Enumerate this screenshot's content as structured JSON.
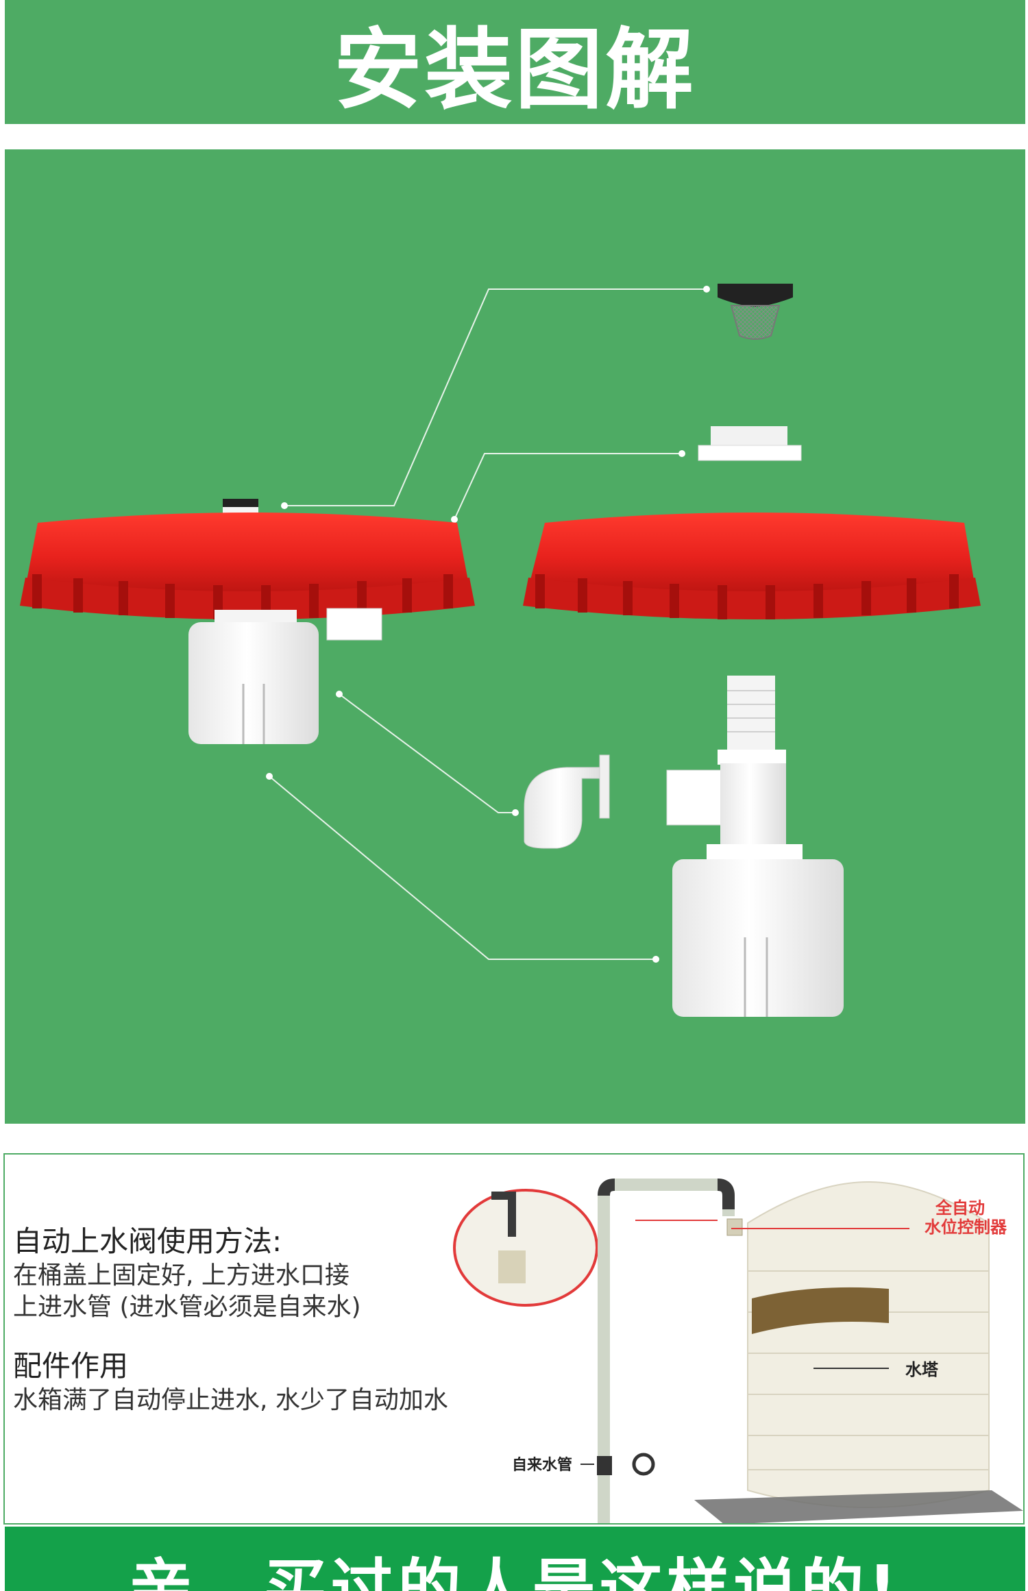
{
  "header": {
    "title": "安装图解"
  },
  "usage": {
    "heading": "自动上水阀使用方法:",
    "lines": [
      "在桶盖上固定好, 上方进水口接",
      "上进水管 (进水管必须是自来水)"
    ],
    "role_heading": "配件作用",
    "role_line": "水箱满了自动停止进水, 水少了自动加水"
  },
  "tank_labels": {
    "controller_line1": "全自动",
    "controller_line2": "水位控制器",
    "tower": "水塔",
    "pipe": "自来水管"
  },
  "footer": {
    "text": "亲，买过的人是这样说的!"
  },
  "colors": {
    "green": "#4eab64",
    "footer_green": "#14a14a",
    "lid_red": "#e8221d",
    "label_red": "#e52a2a"
  },
  "icons": [
    "filter-cap-icon",
    "nut-ring-icon",
    "red-lid-icon",
    "float-valve-icon",
    "elbow-fitting-icon",
    "water-tower-icon"
  ]
}
